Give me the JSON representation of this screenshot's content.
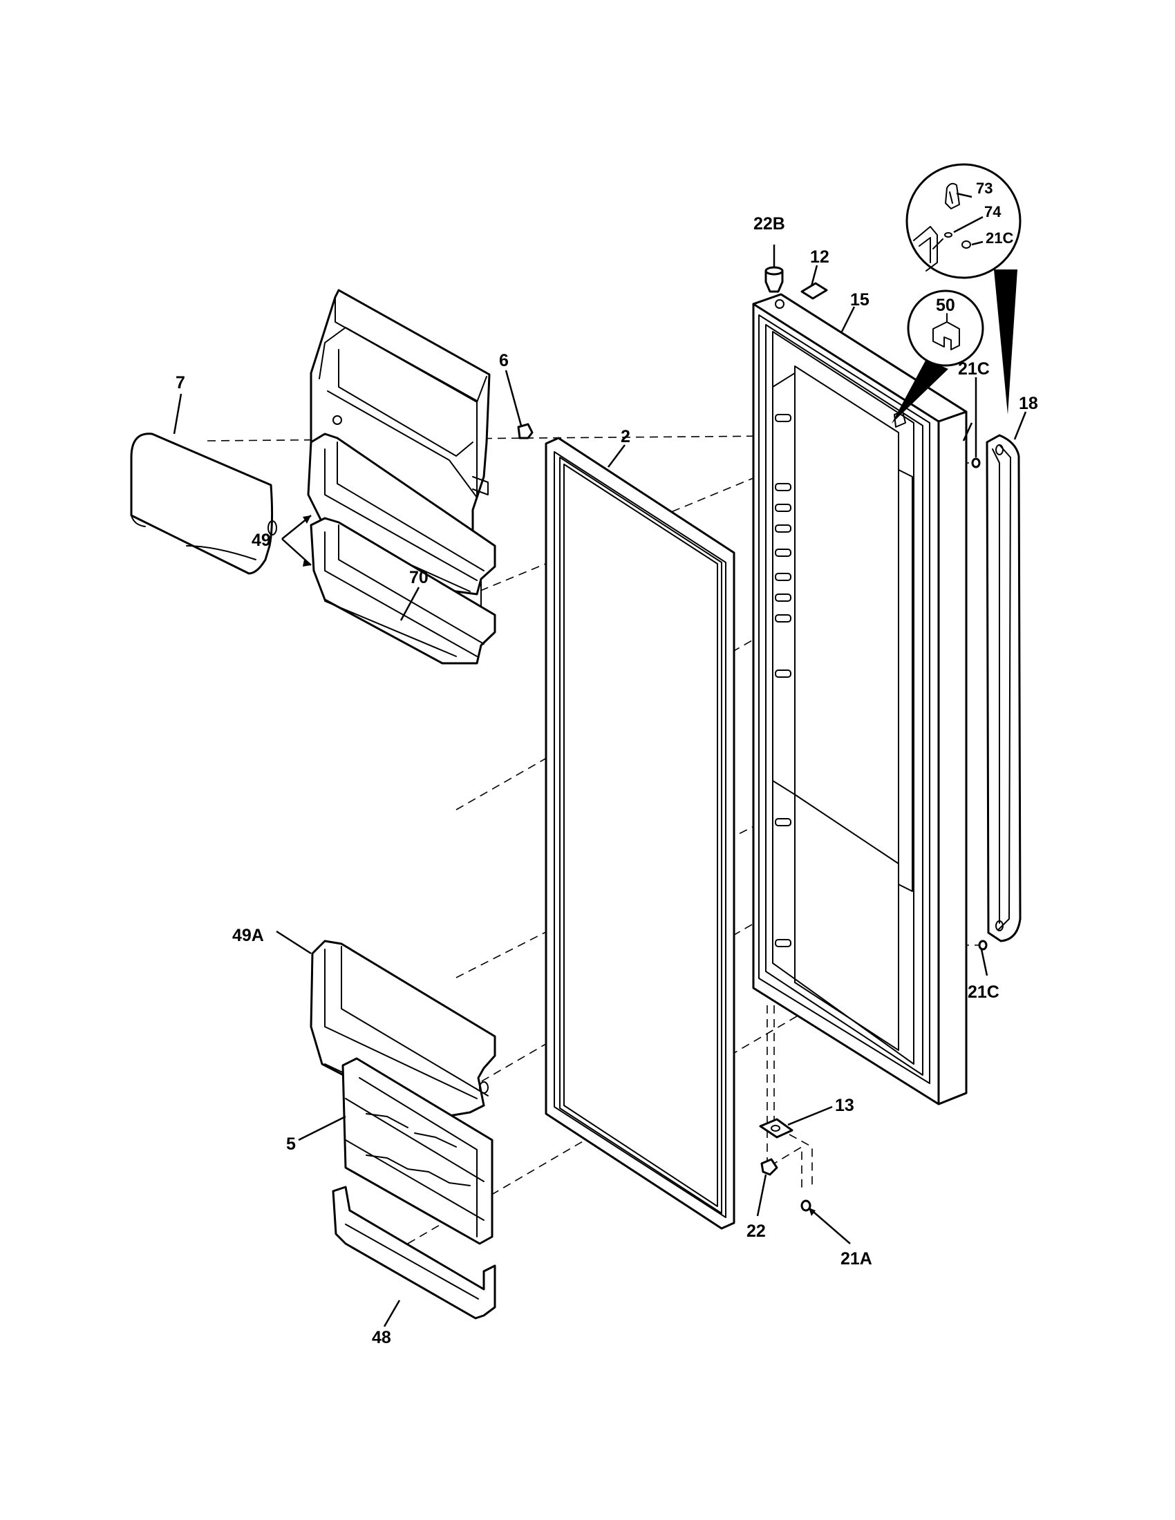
{
  "diagram": {
    "labels": {
      "p22b": "22B",
      "p12": "12",
      "p15": "15",
      "p50": "50",
      "p73": "73",
      "p74": "74",
      "p21c_inset": "21C",
      "p21c_top": "21C",
      "p21c_bottom": "21C",
      "p18": "18",
      "p2": "2",
      "p70": "70",
      "p6": "6",
      "p7": "7",
      "p49": "49",
      "p49a": "49A",
      "p5": "5",
      "p48": "48",
      "p13": "13",
      "p22": "22",
      "p21a": "21A"
    }
  }
}
